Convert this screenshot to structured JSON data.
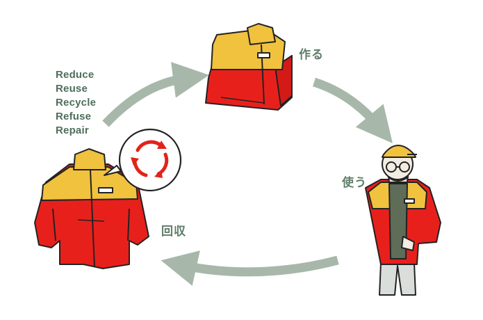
{
  "r_words": [
    "Reduce",
    "Reuse",
    "Recycle",
    "Refuse",
    "Repair"
  ],
  "stages": {
    "make": "作る",
    "use": "使う",
    "collect": "回収"
  },
  "colors": {
    "arrow": "#a7b8aa",
    "text": "#4e6e5a",
    "jacket_red": "#e8201c",
    "jacket_yellow": "#f0c23e",
    "recycle_red": "#e2231a",
    "outline": "#222222",
    "pants": "#d9dedb",
    "shirt": "#5e6c58"
  },
  "icons": [
    "folded-jacket-icon",
    "person-wearing-jacket-icon",
    "jacket-icon",
    "recycle-icon"
  ]
}
